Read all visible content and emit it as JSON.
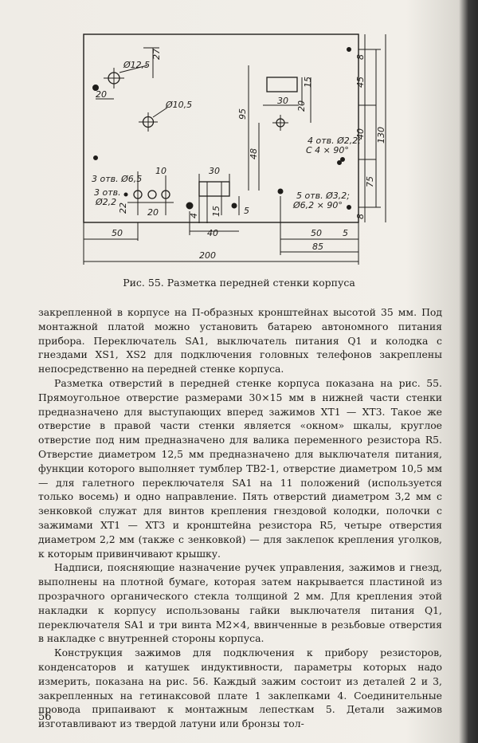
{
  "figure": {
    "dims": {
      "d_12_5": "Ø12,5",
      "d_27": "27",
      "d_20_left": "20",
      "d_10_5": "Ø10,5",
      "d_95": "95",
      "d_48": "48",
      "d_30_window": "30",
      "d_15_window": "15",
      "d_20_window": "20",
      "d_8_top": "8",
      "d_45": "45",
      "d_130": "130",
      "d_4_holes": "4 отв. Ø2,2;",
      "d_4_csk": "С 4 × 90°",
      "d_40_right": "40",
      "d_75": "75",
      "d_8_bottom": "8",
      "d_3holes_65": "3 отв. Ø6,5",
      "d_3holes_22a": "3 отв.",
      "d_3holes_22b": "Ø2,2",
      "d_10": "10",
      "d_22": "22",
      "d_20_mid": "20",
      "d_30_slot": "30",
      "d_4_slot": "4",
      "d_15_slot": "15",
      "d_5": "5",
      "d_5holes_a": "5 отв. Ø3,2;",
      "d_5holes_b": "Ø6,2 × 90°",
      "d_50_left": "50",
      "d_40_mid": "40",
      "d_50_right": "50",
      "d_5_right": "5",
      "d_85": "85",
      "d_200": "200"
    },
    "caption": "Рис. 55. Разметка передней стенки корпуса"
  },
  "body": {
    "p1": "закрепленной в корпусе на П-образных кронштейнах высотой 35 мм. Под монтажной платой можно установить батарею автономного питания прибора. Переключатель SA1, выключатель питания Q1 и колодка с гнездами XS1, XS2 для подключения головных телефонов закреплены непосредственно на передней стенке корпуса.",
    "p2": "Разметка отверстий в передней стенке корпуса показана на рис. 55. Прямоугольное отверстие размерами 30×15 мм в нижней части стенки предназначено для выступающих вперед зажимов XT1 — XT3. Такое же отверстие в правой части стенки является «окном» шкалы, круглое отверстие под ним предназначено для валика переменного резистора R5. Отверстие диаметром 12,5 мм предназначено для выключателя питания, функции которого выполняет тумблер ТВ2-1, отверстие диаметром 10,5 мм — для галетного переключателя SA1 на 11 положений (используется только восемь) и одно направление. Пять отверстий диаметром 3,2 мм с зенковкой служат для винтов крепления гнездовой колодки, полочки с зажимами XT1 — XT3 и кронштейна резистора R5, четыре отверстия диаметром 2,2 мм (также с зенковкой) — для заклепок крепления уголков, к которым привинчивают крышку.",
    "p3": "Надписи, поясняющие назначение ручек управления, зажимов и гнезд, выполнены на плотной бумаге, которая затем накрывается пластиной из прозрачного органического стекла толщиной 2 мм. Для крепления этой накладки к корпусу использованы гайки выключателя питания Q1, переключателя SA1 и три винта М2×4, ввинченные в резьбовые отверстия в накладке с внутренней стороны корпуса.",
    "p4": "Конструкция зажимов для подключения к прибору резисторов, конденсаторов и катушек индуктивности, параметры которых надо измерить, показана на рис. 56. Каждый зажим состоит из деталей 2 и 3, закрепленных на гетинаксовой плате 1 заклепками 4. Соединительные провода припаивают к монтажным лепесткам 5. Детали зажимов изготавливают из твердой латуни или бронзы тол-"
  },
  "page_number": "56"
}
